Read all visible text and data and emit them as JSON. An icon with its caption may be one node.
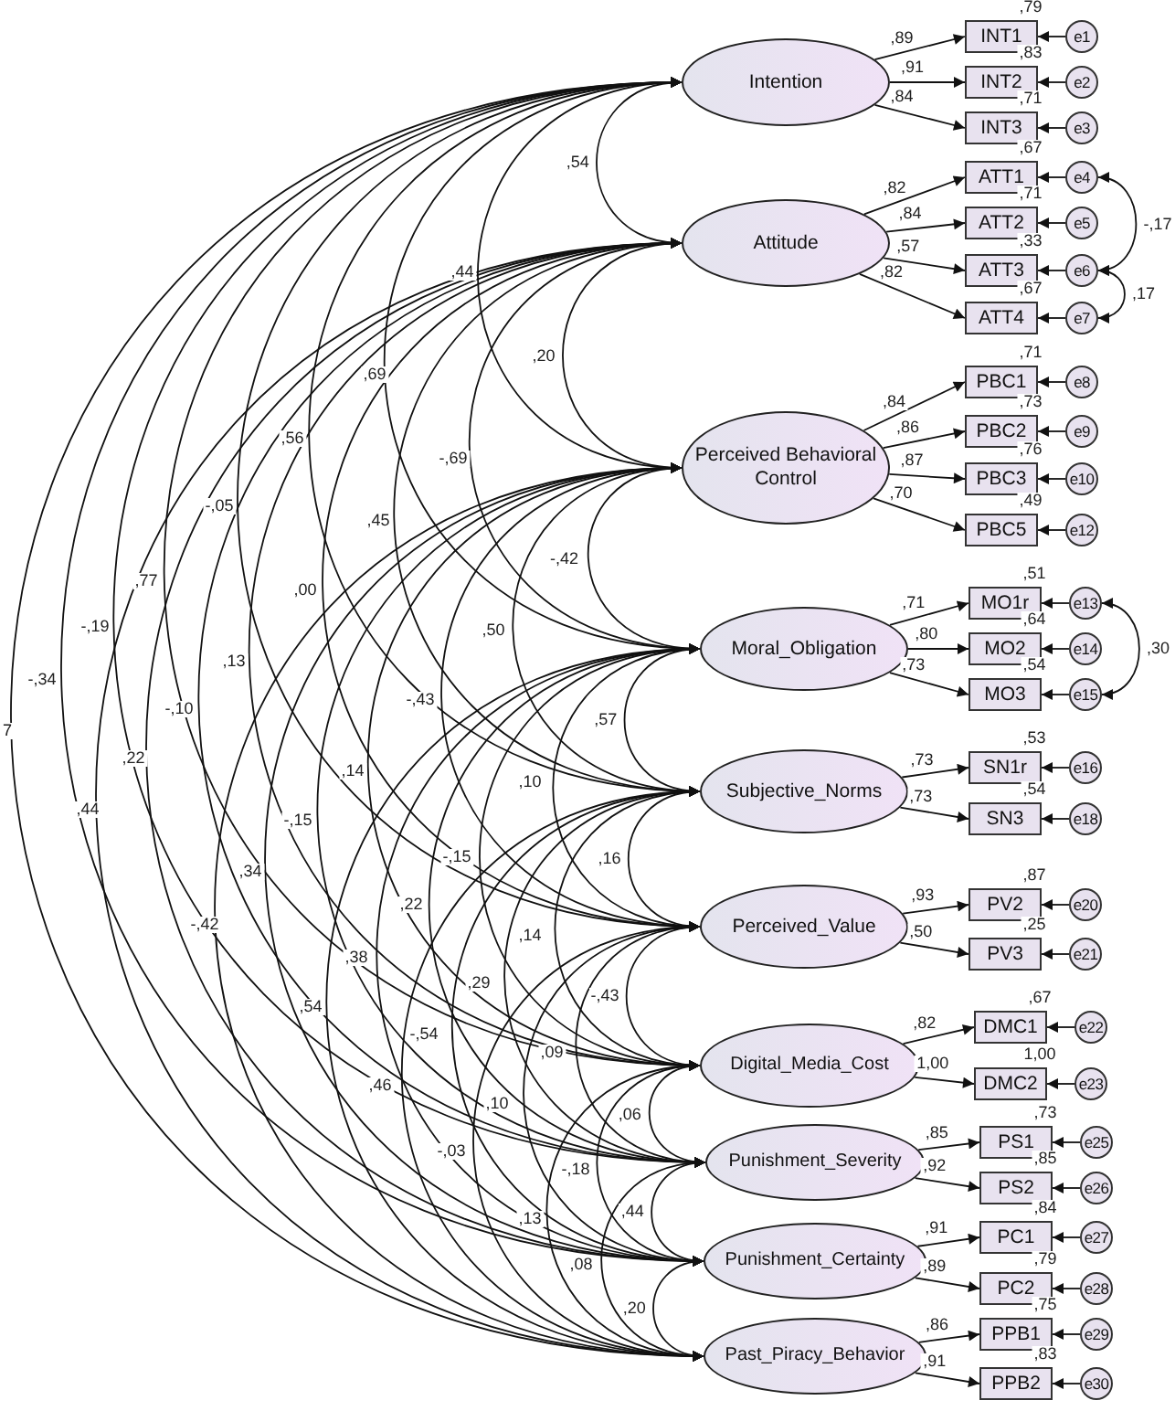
{
  "diagram": {
    "nodes": [
      {
        "text": [
          "Intention"
        ]
      },
      {
        "text": [
          "Attitude"
        ]
      },
      {
        "text": [
          "Perceived Behavioral Control"
        ]
      },
      {
        "text": [
          "Moral_Obligation"
        ]
      },
      {
        "text": [
          "Subjective_Norms"
        ]
      },
      {
        "text": [
          "Perceived_Value"
        ]
      },
      {
        "text": [
          "Digital_Media_Cost"
        ]
      },
      {
        "text": [
          "Punishment_Severity"
        ]
      },
      {
        "text": [
          "Punishment_Certainty"
        ]
      },
      {
        "text": [
          "Past_Piracy_Behavior"
        ]
      },
      {
        "text": [
          "INT1"
        ],
        "beside": [
          ",79"
        ]
      },
      {
        "text": [
          "INT2"
        ],
        "beside": [
          ",83"
        ]
      },
      {
        "text": [
          "INT3"
        ],
        "beside": [
          ",71"
        ]
      },
      {
        "text": [
          "ATT1"
        ],
        "beside": [
          ",67"
        ]
      },
      {
        "text": [
          "ATT2"
        ],
        "beside": [
          ",71"
        ]
      },
      {
        "text": [
          "ATT3"
        ],
        "beside": [
          ",33"
        ]
      },
      {
        "text": [
          "ATT4"
        ],
        "beside": [
          ",67"
        ]
      },
      {
        "text": [
          "PBC1"
        ],
        "beside": [
          ",71"
        ]
      },
      {
        "text": [
          "PBC2"
        ],
        "beside": [
          ",73"
        ]
      },
      {
        "text": [
          "PBC3"
        ],
        "beside": [
          ",76"
        ]
      },
      {
        "text": [
          "PBC5"
        ],
        "beside": [
          ",49"
        ]
      },
      {
        "text": [
          "MO1r"
        ],
        "beside": [
          ",51"
        ]
      },
      {
        "text": [
          "MO2"
        ],
        "beside": [
          ",64"
        ]
      },
      {
        "text": [
          "MO3"
        ],
        "beside": [
          ",54"
        ]
      },
      {
        "text": [
          "SN1r"
        ],
        "beside": [
          ",53"
        ]
      },
      {
        "text": [
          "SN3"
        ],
        "beside": [
          ",54"
        ]
      },
      {
        "text": [
          "PV2"
        ],
        "beside": [
          ",87"
        ]
      },
      {
        "text": [
          "PV3"
        ],
        "beside": [
          ",25"
        ]
      },
      {
        "text": [
          "DMC1"
        ],
        "beside": [
          ",67"
        ]
      },
      {
        "text": [
          "DMC2"
        ],
        "beside": [
          "1,00"
        ]
      },
      {
        "text": [
          "PS1"
        ],
        "beside": [
          ",73"
        ]
      },
      {
        "text": [
          "PS2"
        ],
        "beside": [
          ",85"
        ]
      },
      {
        "text": [
          "PC1"
        ],
        "beside": [
          ",84"
        ]
      },
      {
        "text": [
          "PC2"
        ],
        "beside": [
          ",79"
        ]
      },
      {
        "text": [
          "PPB1"
        ],
        "beside": [
          ",75"
        ]
      },
      {
        "text": [
          "PPB2"
        ],
        "beside": [
          ",83"
        ]
      },
      {
        "text": [
          "e1"
        ]
      },
      {
        "text": [
          "e2"
        ]
      },
      {
        "text": [
          "e3"
        ]
      },
      {
        "text": [
          "e4"
        ]
      },
      {
        "text": [
          "e5"
        ]
      },
      {
        "text": [
          "e6"
        ]
      },
      {
        "text": [
          "e7"
        ]
      },
      {
        "text": [
          "e8"
        ]
      },
      {
        "text": [
          "e9"
        ]
      },
      {
        "text": [
          "e10"
        ]
      },
      {
        "text": [
          "e12"
        ]
      },
      {
        "text": [
          "e13"
        ]
      },
      {
        "text": [
          "e14"
        ]
      },
      {
        "text": [
          "e15"
        ]
      },
      {
        "text": [
          "e16"
        ]
      },
      {
        "text": [
          "e18"
        ]
      },
      {
        "text": [
          "e20"
        ]
      },
      {
        "text": [
          "e21"
        ]
      },
      {
        "text": [
          "e22"
        ]
      },
      {
        "text": [
          "e23"
        ]
      },
      {
        "text": [
          "e25"
        ]
      },
      {
        "text": [
          "e26"
        ]
      },
      {
        "text": [
          "e27"
        ]
      },
      {
        "text": [
          "e28"
        ]
      },
      {
        "text": [
          "e29"
        ]
      },
      {
        "text": [
          "e30"
        ]
      }
    ],
    "edges": [
      {
        "from": 0,
        "to": 1,
        "arrow": "both",
        "label": ",54"
      },
      {
        "from": 0,
        "to": 2,
        "arrow": "both"
      },
      {
        "from": 0,
        "to": 3,
        "arrow": "both"
      },
      {
        "from": 0,
        "to": 4,
        "arrow": "both"
      },
      {
        "from": 0,
        "to": 5,
        "arrow": "both"
      },
      {
        "from": 0,
        "to": 6,
        "arrow": "both"
      },
      {
        "from": 0,
        "to": 7,
        "arrow": "both"
      },
      {
        "from": 0,
        "to": 8,
        "arrow": "both"
      },
      {
        "from": 0,
        "to": 9,
        "arrow": "both"
      },
      {
        "from": 1,
        "to": 2,
        "arrow": "both",
        "label": ",20"
      },
      {
        "from": 1,
        "to": 3,
        "arrow": "both"
      },
      {
        "from": 1,
        "to": 4,
        "arrow": "both"
      },
      {
        "from": 1,
        "to": 5,
        "arrow": "both"
      },
      {
        "from": 1,
        "to": 6,
        "arrow": "both"
      },
      {
        "from": 1,
        "to": 7,
        "arrow": "both"
      },
      {
        "from": 1,
        "to": 8,
        "arrow": "both"
      },
      {
        "from": 1,
        "to": 9,
        "arrow": "both"
      },
      {
        "from": 2,
        "to": 3,
        "arrow": "both",
        "label": "-,42"
      },
      {
        "from": 2,
        "to": 4,
        "arrow": "both"
      },
      {
        "from": 2,
        "to": 5,
        "arrow": "both"
      },
      {
        "from": 2,
        "to": 6,
        "arrow": "both"
      },
      {
        "from": 2,
        "to": 7,
        "arrow": "both"
      },
      {
        "from": 2,
        "to": 8,
        "arrow": "both"
      },
      {
        "from": 2,
        "to": 9,
        "arrow": "both"
      },
      {
        "from": 3,
        "to": 4,
        "arrow": "both",
        "label": ",57"
      },
      {
        "from": 3,
        "to": 5,
        "arrow": "both"
      },
      {
        "from": 3,
        "to": 6,
        "arrow": "both"
      },
      {
        "from": 3,
        "to": 7,
        "arrow": "both"
      },
      {
        "from": 3,
        "to": 8,
        "arrow": "both"
      },
      {
        "from": 3,
        "to": 9,
        "arrow": "both"
      },
      {
        "from": 4,
        "to": 5,
        "arrow": "both",
        "label": ",16"
      },
      {
        "from": 4,
        "to": 6,
        "arrow": "both"
      },
      {
        "from": 4,
        "to": 7,
        "arrow": "both"
      },
      {
        "from": 4,
        "to": 8,
        "arrow": "both"
      },
      {
        "from": 4,
        "to": 9,
        "arrow": "both"
      },
      {
        "from": 5,
        "to": 6,
        "arrow": "both",
        "label": "-,43"
      },
      {
        "from": 5,
        "to": 7,
        "arrow": "both"
      },
      {
        "from": 5,
        "to": 8,
        "arrow": "both"
      },
      {
        "from": 5,
        "to": 9,
        "arrow": "both"
      },
      {
        "from": 6,
        "to": 7,
        "arrow": "both",
        "label": ",06"
      },
      {
        "from": 6,
        "to": 8,
        "arrow": "both"
      },
      {
        "from": 6,
        "to": 9,
        "arrow": "both"
      },
      {
        "from": 7,
        "to": 8,
        "arrow": "both",
        "label": ",44"
      },
      {
        "from": 7,
        "to": 9,
        "arrow": "both"
      },
      {
        "from": 8,
        "to": 9,
        "arrow": "both",
        "label": ",20"
      },
      {
        "from": 0,
        "to": 10,
        "arrow": "to",
        "label": ",89"
      },
      {
        "from": 0,
        "to": 11,
        "arrow": "to",
        "label": ",91"
      },
      {
        "from": 0,
        "to": 12,
        "arrow": "to",
        "label": ",84"
      },
      {
        "from": 1,
        "to": 13,
        "arrow": "to",
        "label": ",82"
      },
      {
        "from": 1,
        "to": 14,
        "arrow": "to",
        "label": ",84"
      },
      {
        "from": 1,
        "to": 15,
        "arrow": "to",
        "label": ",57"
      },
      {
        "from": 1,
        "to": 16,
        "arrow": "to",
        "label": ",82"
      },
      {
        "from": 2,
        "to": 17,
        "arrow": "to",
        "label": ",84"
      },
      {
        "from": 2,
        "to": 18,
        "arrow": "to",
        "label": ",86"
      },
      {
        "from": 2,
        "to": 19,
        "arrow": "to",
        "label": ",87"
      },
      {
        "from": 2,
        "to": 20,
        "arrow": "to",
        "label": ",70"
      },
      {
        "from": 3,
        "to": 21,
        "arrow": "to",
        "label": ",71"
      },
      {
        "from": 3,
        "to": 22,
        "arrow": "to",
        "label": ",80"
      },
      {
        "from": 3,
        "to": 23,
        "arrow": "to",
        "label": ",73"
      },
      {
        "from": 4,
        "to": 24,
        "arrow": "to",
        "label": ",73"
      },
      {
        "from": 4,
        "to": 25,
        "arrow": "to",
        "label": ",73"
      },
      {
        "from": 5,
        "to": 26,
        "arrow": "to",
        "label": ",93"
      },
      {
        "from": 5,
        "to": 27,
        "arrow": "to",
        "label": ",50"
      },
      {
        "from": 6,
        "to": 28,
        "arrow": "to",
        "label": ",82"
      },
      {
        "from": 6,
        "to": 29,
        "arrow": "to",
        "label": "1,00"
      },
      {
        "from": 7,
        "to": 30,
        "arrow": "to",
        "label": ",85"
      },
      {
        "from": 7,
        "to": 31,
        "arrow": "to",
        "label": ",92"
      },
      {
        "from": 8,
        "to": 32,
        "arrow": "to",
        "label": ",91"
      },
      {
        "from": 8,
        "to": 33,
        "arrow": "to",
        "label": ",89"
      },
      {
        "from": 9,
        "to": 34,
        "arrow": "to",
        "label": ",86"
      },
      {
        "from": 9,
        "to": 35,
        "arrow": "to",
        "label": ",91"
      },
      {
        "from": 36,
        "to": 10,
        "arrow": "to"
      },
      {
        "from": 37,
        "to": 11,
        "arrow": "to"
      },
      {
        "from": 38,
        "to": 12,
        "arrow": "to"
      },
      {
        "from": 39,
        "to": 13,
        "arrow": "to"
      },
      {
        "from": 40,
        "to": 14,
        "arrow": "to"
      },
      {
        "from": 41,
        "to": 15,
        "arrow": "to"
      },
      {
        "from": 42,
        "to": 16,
        "arrow": "to"
      },
      {
        "from": 43,
        "to": 17,
        "arrow": "to"
      },
      {
        "from": 44,
        "to": 18,
        "arrow": "to"
      },
      {
        "from": 45,
        "to": 19,
        "arrow": "to"
      },
      {
        "from": 46,
        "to": 20,
        "arrow": "to"
      },
      {
        "from": 47,
        "to": 21,
        "arrow": "to"
      },
      {
        "from": 48,
        "to": 22,
        "arrow": "to"
      },
      {
        "from": 49,
        "to": 23,
        "arrow": "to"
      },
      {
        "from": 50,
        "to": 24,
        "arrow": "to"
      },
      {
        "from": 51,
        "to": 25,
        "arrow": "to"
      },
      {
        "from": 52,
        "to": 26,
        "arrow": "to"
      },
      {
        "from": 53,
        "to": 27,
        "arrow": "to"
      },
      {
        "from": 54,
        "to": 28,
        "arrow": "to"
      },
      {
        "from": 55,
        "to": 29,
        "arrow": "to"
      },
      {
        "from": 56,
        "to": 30,
        "arrow": "to"
      },
      {
        "from": 57,
        "to": 31,
        "arrow": "to"
      },
      {
        "from": 58,
        "to": 32,
        "arrow": "to"
      },
      {
        "from": 59,
        "to": 33,
        "arrow": "to"
      },
      {
        "from": 60,
        "to": 34,
        "arrow": "to"
      },
      {
        "from": 61,
        "to": 35,
        "arrow": "to"
      },
      {
        "from": 39,
        "to": 41,
        "arrow": "both",
        "label": "-,17"
      },
      {
        "from": 41,
        "to": 42,
        "arrow": "both",
        "label": ",17"
      },
      {
        "from": 47,
        "to": 49,
        "arrow": "both",
        "label": ",30"
      }
    ],
    "labels": [
      ",44",
      ",69",
      ",56",
      "-,69",
      "-,05",
      ",45",
      ",77",
      ",00",
      ",50",
      "-,19",
      ",13",
      "-,34",
      "-,43",
      "-,10",
      "7",
      ",22",
      ",14",
      ",10",
      ",44",
      "-,15",
      "-,15",
      ",34",
      ",22",
      ",14",
      "-,42",
      ",38",
      ",29",
      ",54",
      "-,54",
      ",09",
      ",46",
      ",10",
      "-,03",
      "-,18",
      ",13",
      ",08"
    ]
  }
}
